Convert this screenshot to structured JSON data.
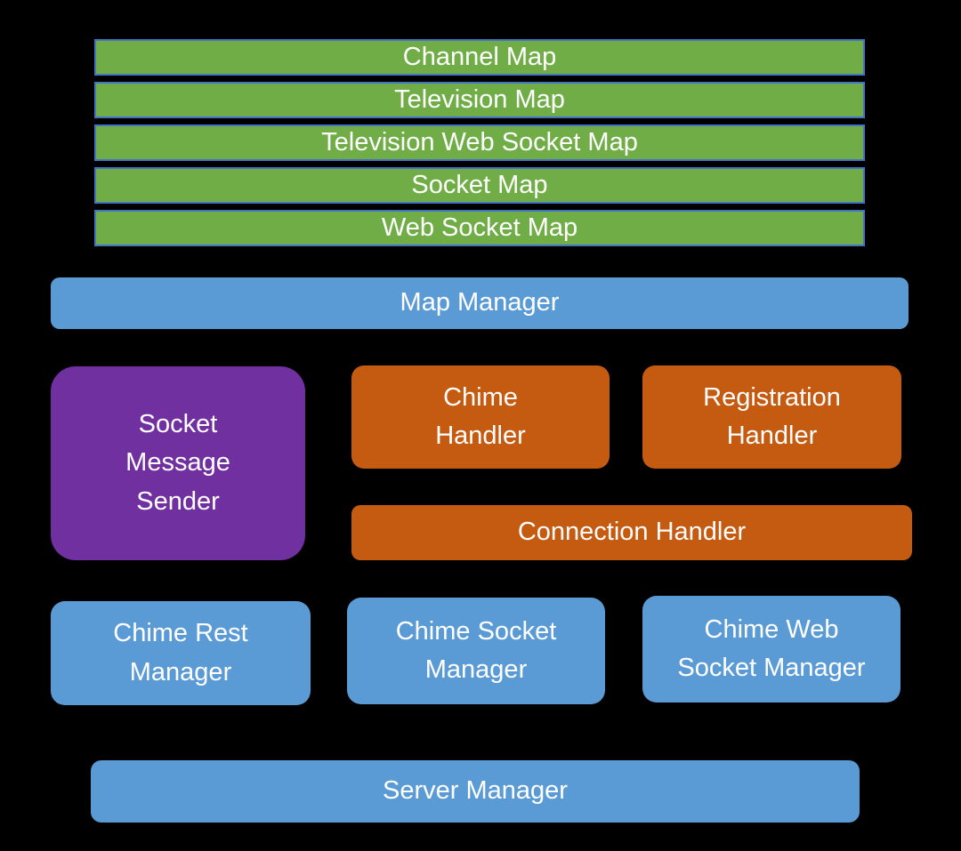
{
  "diagram": {
    "background_color": "#000000",
    "text_color": "#FFFFFF",
    "colors": {
      "map_fill": "#70AD47",
      "map_border": "#4472C4",
      "manager_fill": "#5B9BD5",
      "handler_fill": "#C55A11",
      "sender_fill": "#7030A0"
    },
    "map_stack": {
      "items": [
        "Channel Map",
        "Television Map",
        "Television Web Socket Map",
        "Socket Map",
        "Web Socket Map"
      ]
    },
    "map_manager": {
      "label": "Map Manager"
    },
    "socket_message_sender": {
      "lines": [
        "Socket",
        "Message",
        "Sender"
      ]
    },
    "chime_handler": {
      "lines": [
        "Chime",
        "Handler"
      ]
    },
    "registration_handler": {
      "lines": [
        "Registration",
        "Handler"
      ]
    },
    "connection_handler": {
      "label": "Connection Handler"
    },
    "chime_rest_manager": {
      "lines": [
        "Chime Rest",
        "Manager"
      ]
    },
    "chime_socket_manager": {
      "lines": [
        "Chime Socket",
        "Manager"
      ]
    },
    "chime_web_socket_manager": {
      "lines": [
        "Chime Web",
        "Socket Manager"
      ]
    },
    "server_manager": {
      "label": "Server Manager"
    }
  }
}
